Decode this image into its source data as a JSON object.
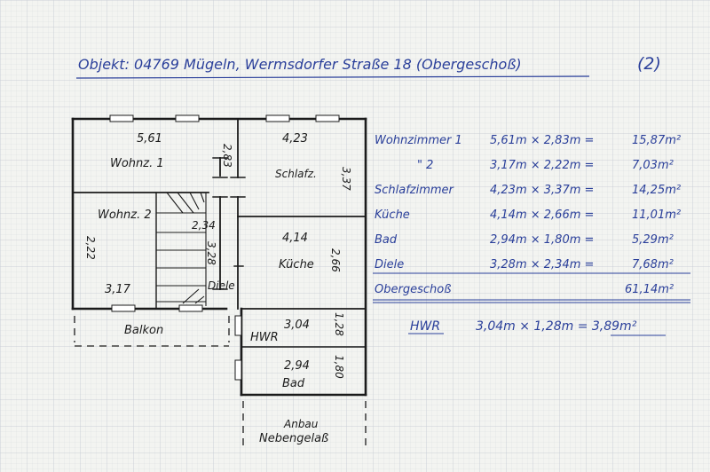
{
  "header": {
    "object_line": "Objekt: 04769 Mügeln, Wermsdorfer Straße 18 (Obergeschoß)",
    "sheet_number": "(2)"
  },
  "plan": {
    "rooms": {
      "wohnz1": {
        "label": "Wohnz. 1",
        "width": "5,61",
        "depth": "2,83"
      },
      "schlafz": {
        "label": "Schlafz.",
        "width": "4,23",
        "depth": "3,37"
      },
      "wohnz2": {
        "label": "Wohnz. 2",
        "width": "3,17",
        "depth": "2,22"
      },
      "kueche": {
        "label": "Küche",
        "width": "4,14",
        "depth": "2,66"
      },
      "diele": {
        "label": "Diele",
        "d1": "2,34",
        "d2": "3,28"
      },
      "hwr": {
        "label": "HWR",
        "width": "3,04",
        "depth": "1,28"
      },
      "bad": {
        "label": "Bad",
        "width": "2,94",
        "depth": "1,80"
      }
    },
    "balkon_label": "Balkon",
    "anbau_label": "Anbau",
    "nebengelass_label": "Nebengelaß"
  },
  "area_table": {
    "rows": [
      {
        "name": "Wohnzimmer 1",
        "calc": "5,61m × 2,83m =",
        "result": "15,87m²"
      },
      {
        "name": "\" 2",
        "calc": "3,17m × 2,22m =",
        "result": "7,03m²"
      },
      {
        "name": "Schlafzimmer",
        "calc": "4,23m × 3,37m =",
        "result": "14,25m²"
      },
      {
        "name": "Küche",
        "calc": "4,14m × 2,66m =",
        "result": "11,01m²"
      },
      {
        "name": "Bad",
        "calc": "2,94m × 1,80m =",
        "result": "5,29m²"
      },
      {
        "name": "Diele",
        "calc": "3,28m × 2,34m =",
        "result": "7,68m²"
      }
    ],
    "total_label": "Obergeschoß",
    "total_value": "61,14m²",
    "hwr_label": "HWR",
    "hwr_calc": "3,04m × 1,28m = 3,89m²"
  },
  "colors": {
    "ink": "#2a3f9a",
    "pencil": "#1c1c1c",
    "grid": "#c9ced8",
    "paper": "#f3f4f1"
  }
}
